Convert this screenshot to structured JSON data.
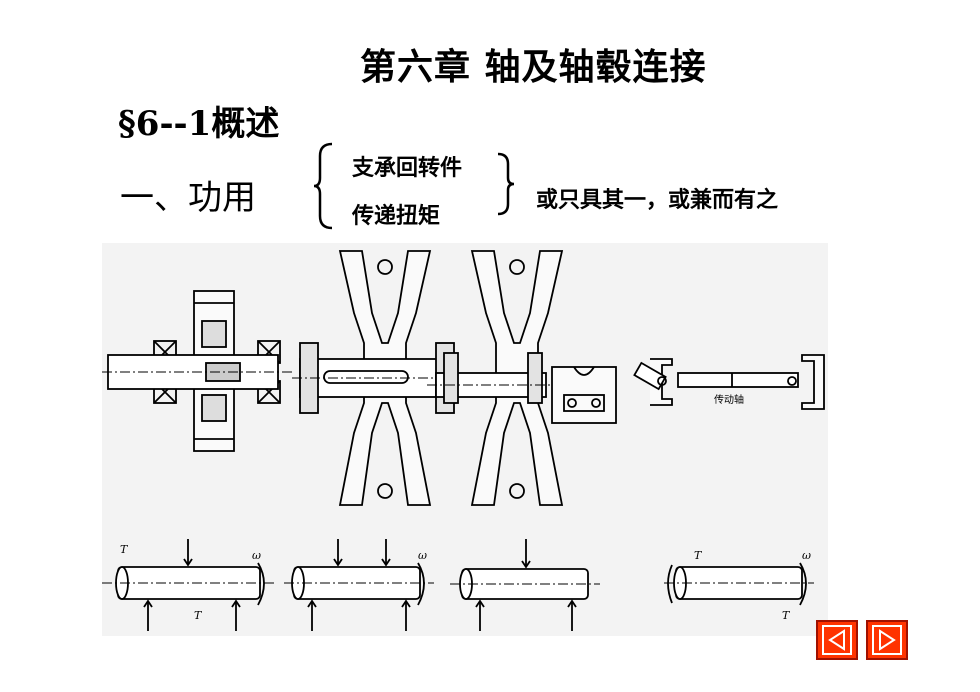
{
  "chapter_title": "第六章 轴及轴毂连接",
  "section_title": "§6--1概述",
  "function": {
    "label": "一、功用",
    "items": [
      "支承回转件",
      "传递扭矩"
    ],
    "note": "或只具其一，或兼而有之"
  },
  "figure": {
    "shaft_label": "传动轴",
    "torque_symbol": "T",
    "omega_symbol": "ω"
  },
  "nav": {
    "prev_icon": "triangle-left-icon",
    "next_icon": "triangle-right-icon",
    "color": "#ff3300"
  }
}
